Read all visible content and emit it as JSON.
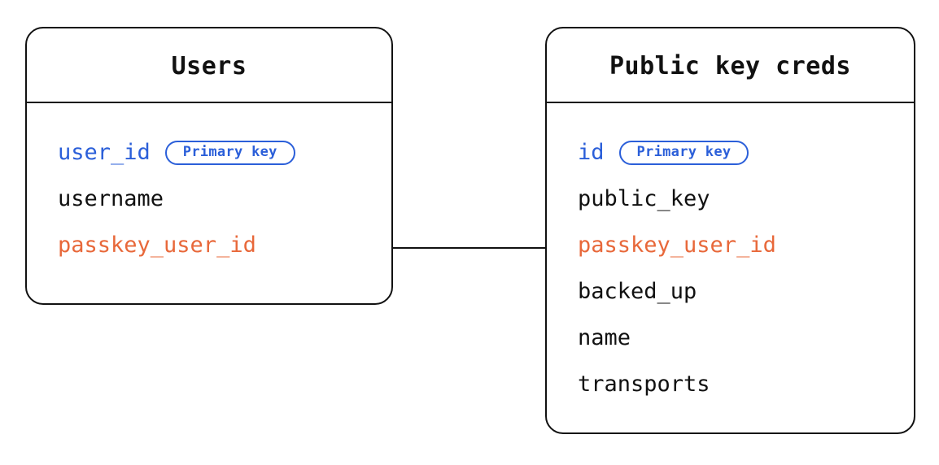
{
  "diagram": {
    "type": "entity-relationship-diagram",
    "background_color": "#ffffff",
    "colors": {
      "primary_key": "#2b5fd9",
      "foreign_key": "#e8683a",
      "text": "#111111",
      "border": "#111111"
    },
    "badge_label": "Primary key",
    "entities": [
      {
        "id": "users",
        "title": "Users",
        "fields": [
          {
            "name": "user_id",
            "style": "pk",
            "badge": "Primary key"
          },
          {
            "name": "username",
            "style": "plain",
            "badge": null
          },
          {
            "name": "passkey_user_id",
            "style": "fk",
            "badge": null
          }
        ]
      },
      {
        "id": "public-key-creds",
        "title": "Public key creds",
        "fields": [
          {
            "name": "id",
            "style": "pk",
            "badge": "Primary key"
          },
          {
            "name": "public_key",
            "style": "plain",
            "badge": null
          },
          {
            "name": "passkey_user_id",
            "style": "fk",
            "badge": null
          },
          {
            "name": "backed_up",
            "style": "plain",
            "badge": null
          },
          {
            "name": "name",
            "style": "plain",
            "badge": null
          },
          {
            "name": "transports",
            "style": "plain",
            "badge": null
          }
        ]
      }
    ],
    "relationships": [
      {
        "id": "users-to-public-key-creds",
        "from_entity": "users",
        "from_field": "passkey_user_id",
        "to_entity": "public-key-creds",
        "to_field": "passkey_user_id"
      }
    ]
  }
}
